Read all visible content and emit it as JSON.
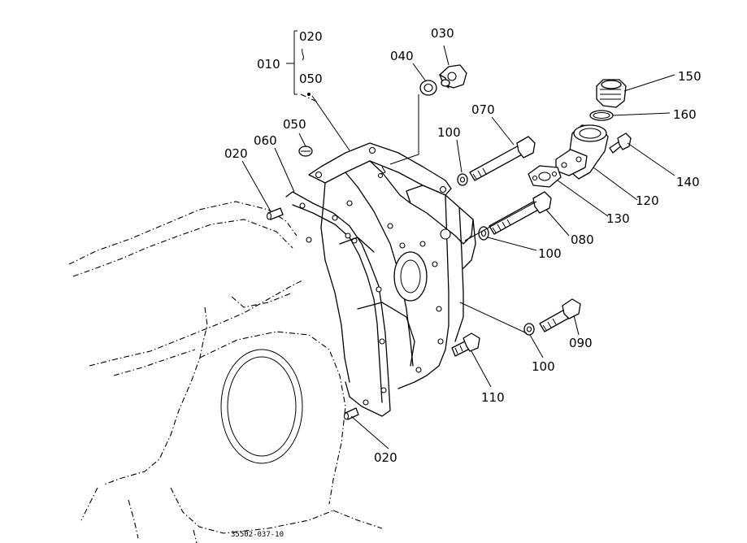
{
  "diagram": {
    "drawing_code": "35502-037-10",
    "callouts": {
      "p010": "010",
      "p020_top": "020",
      "p050_top": "050",
      "p020_left": "020",
      "p060": "060",
      "p050": "050",
      "p040": "040",
      "p030": "030",
      "p070": "070",
      "p100_top": "100",
      "p150": "150",
      "p160": "160",
      "p140": "140",
      "p120": "120",
      "p130": "130",
      "p080": "080",
      "p100_mid": "100",
      "p090": "090",
      "p100_bot": "100",
      "p110": "110",
      "p020_bot": "020"
    }
  }
}
